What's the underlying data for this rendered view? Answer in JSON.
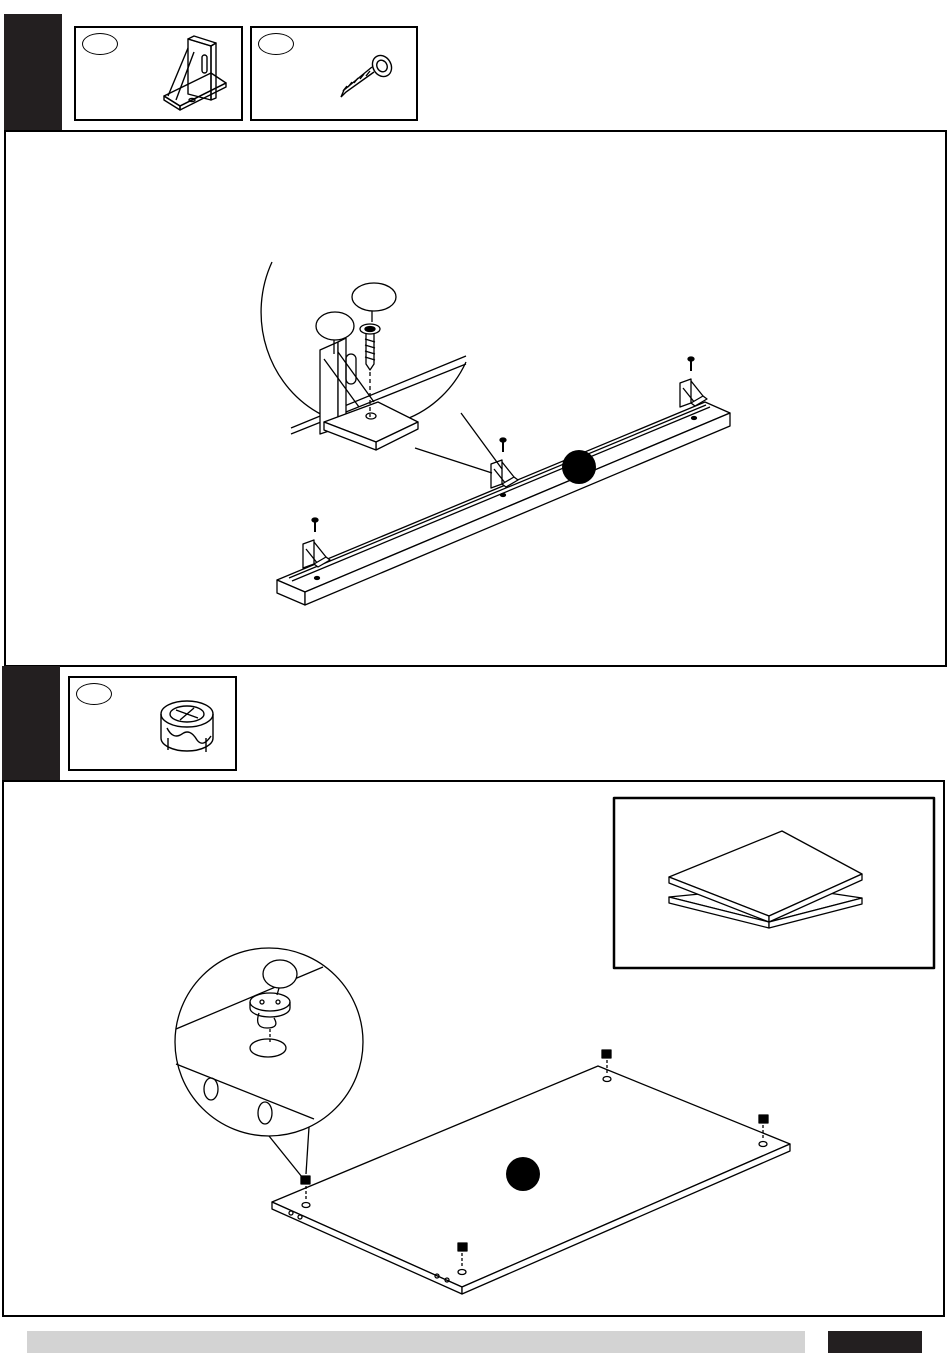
{
  "steps": [
    {
      "parts": [
        {
          "icon": "corner-bracket-icon"
        },
        {
          "icon": "screw-icon"
        }
      ],
      "callouts": [
        "bracket-callout",
        "screw-callout"
      ],
      "main_art": "rail-with-brackets"
    },
    {
      "parts": [
        {
          "icon": "cam-lock-icon"
        }
      ],
      "callouts": [
        "cam-lock-callout"
      ],
      "main_art": "panel-with-cam-locks",
      "inset_art": "two-stacked-boards"
    }
  ],
  "footer": {
    "bar_color": "#d3d3d3",
    "tab_color": "#231f20"
  },
  "colors": {
    "ink": "#000000",
    "tab": "#231f20"
  }
}
